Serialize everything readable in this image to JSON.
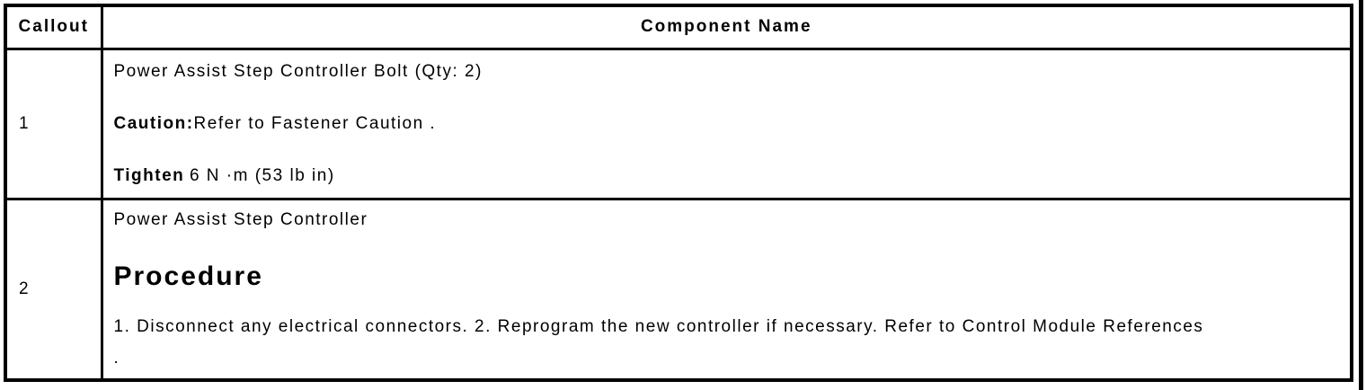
{
  "page": {
    "background": "#ffffff",
    "border_color": "#000000"
  },
  "table": {
    "headers": {
      "callout": "Callout",
      "component_name": "Component Name"
    },
    "rows": [
      {
        "callout": "1",
        "component": "Power Assist Step Controller Bolt (Qty: 2)",
        "caution_label": "Caution:",
        "caution_text": "Refer to Fastener Caution .",
        "tighten_label": "Tighten",
        "tighten_value": "6 N ·m (53 lb in)"
      },
      {
        "callout": "2",
        "component": "Power Assist Step Controller",
        "procedure_heading": "Procedure",
        "procedure_steps": "1. Disconnect any electrical connectors. 2. Reprogram the new controller if necessary. Refer to Control Module References",
        "procedure_steps_tail": "."
      }
    ]
  }
}
